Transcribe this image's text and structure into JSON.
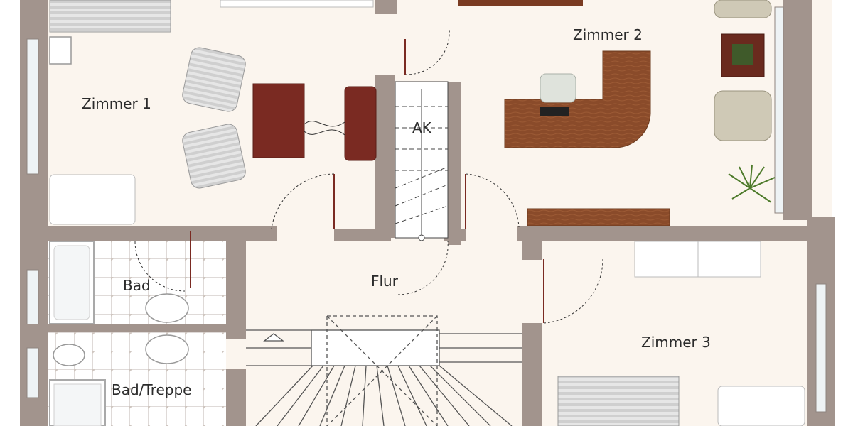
{
  "plan": {
    "rooms": {
      "zimmer1": "Zimmer 1",
      "zimmer2": "Zimmer 2",
      "zimmer3": "Zimmer 3",
      "ak": "AK",
      "bad": "Bad",
      "flur": "Flur",
      "bad_treppe": "Bad/Treppe"
    },
    "colors": {
      "floor": "#fbf5ee",
      "wall": "#a2948d",
      "wood": "#7a3b22",
      "desk": "#8a4b2a",
      "tile_line": "#bfb6b0",
      "fabric": "#d9d9d9",
      "window": "#e9f0f2"
    }
  }
}
